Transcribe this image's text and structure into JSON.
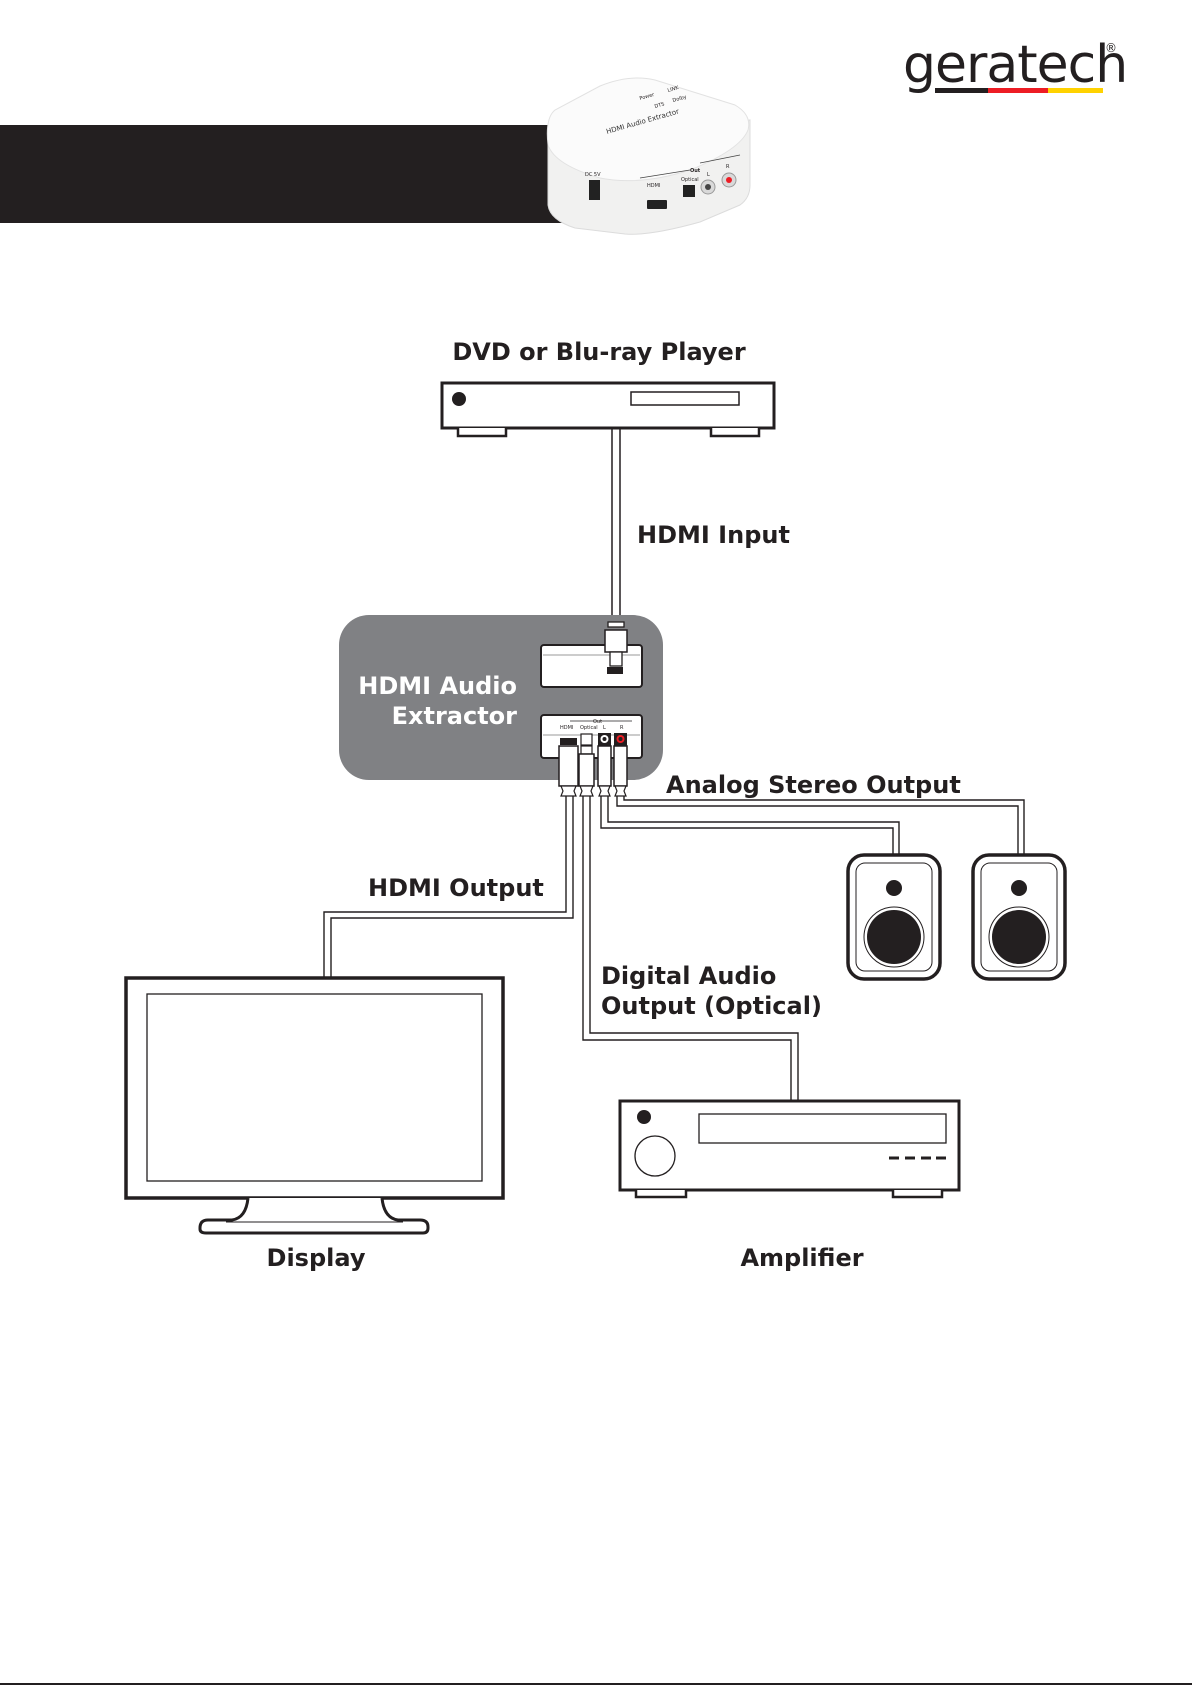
{
  "brand": {
    "name": "geratech",
    "registered_mark": "®",
    "stripe_colors": [
      "#231f20",
      "#ed1c24",
      "#ffd200"
    ]
  },
  "header": {
    "banner_color": "#231f20",
    "product_photo": {
      "label": "HDMI Audio Extractor",
      "port_labels": [
        "DC 5V",
        "HDMI",
        "Out",
        "Optical",
        "L",
        "R"
      ],
      "led_labels": [
        "Power",
        "LINK",
        "DTS",
        "Dolby"
      ]
    }
  },
  "diagram": {
    "source_device": {
      "label": "DVD or Blu-ray Player"
    },
    "hdmi_input_label": "HDMI Input",
    "extractor": {
      "label_line1": "HDMI Audio",
      "label_line2": "Extractor",
      "box_color": "#808184",
      "out_port_labels": [
        "HDMI",
        "Optical",
        "Out",
        "L",
        "R"
      ]
    },
    "analog_output_label": "Analog Stereo Output",
    "hdmi_output_label": "HDMI Output",
    "digital_output_label_line1": "Digital Audio",
    "digital_output_label_line2": "Output (Optical)",
    "display": {
      "label": "Display"
    },
    "amplifier": {
      "label": "Amplifier"
    },
    "speakers": [
      {
        "label": "Left speaker"
      },
      {
        "label": "Right speaker"
      }
    ],
    "rca_red_color": "#ed1c24"
  }
}
